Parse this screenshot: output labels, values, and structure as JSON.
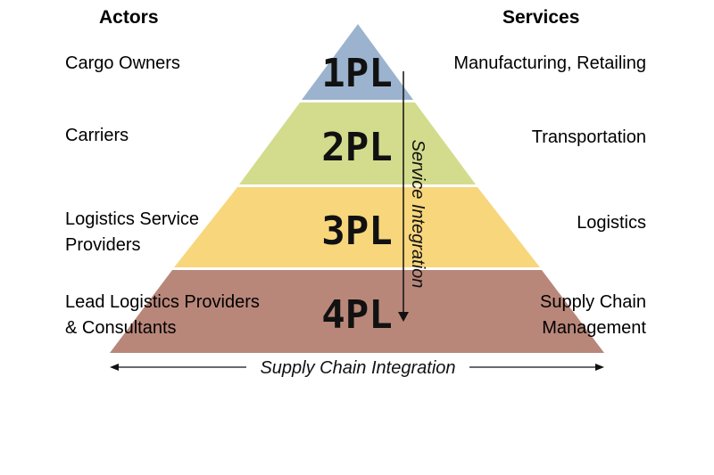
{
  "headers": {
    "actors": "Actors",
    "services": "Services"
  },
  "tiers": [
    {
      "level": "1PL",
      "actor_lines": [
        "Cargo Owners"
      ],
      "service_lines": [
        "Manufacturing, Retailing"
      ],
      "color": "#9bb3ce"
    },
    {
      "level": "2PL",
      "actor_lines": [
        "Carriers"
      ],
      "service_lines": [
        "Transportation"
      ],
      "color": "#d3dc8c"
    },
    {
      "level": "3PL",
      "actor_lines": [
        "Logistics Service",
        "Providers"
      ],
      "service_lines": [
        "Logistics"
      ],
      "color": "#f8d67c"
    },
    {
      "level": "4PL",
      "actor_lines": [
        "Lead Logistics Providers",
        "& Consultants"
      ],
      "service_lines": [
        "Supply Chain",
        "Management"
      ],
      "color": "#b9877a"
    }
  ],
  "vertical_axis_label": "Service Integration",
  "horizontal_axis_label": "Supply Chain Integration"
}
